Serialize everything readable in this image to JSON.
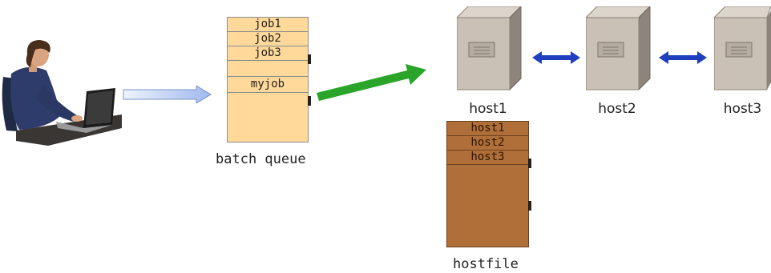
{
  "batch_queue": {
    "jobs": [
      "job1",
      "job2",
      "job3"
    ],
    "my_job": "myjob",
    "caption": "batch queue"
  },
  "hosts": [
    {
      "label": "host1"
    },
    {
      "label": "host2"
    },
    {
      "label": "host3"
    }
  ],
  "hostfile": {
    "entries": [
      "host1",
      "host2",
      "host3"
    ],
    "caption": "hostfile"
  },
  "colors": {
    "queue_fill": "#ffd99a",
    "hostfile_fill": "#b06f38",
    "submit_arrow": "#a9c2f0",
    "dispatch_arrow": "#2aa52a",
    "link_arrow": "#1f3fbf",
    "server_front": "#c9c0b6"
  }
}
